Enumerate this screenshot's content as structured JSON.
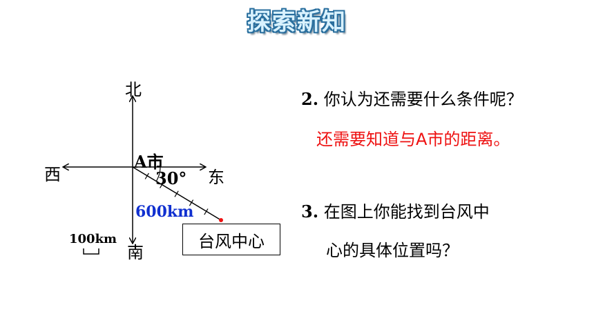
{
  "title": "探索新知",
  "diagram": {
    "north": "北",
    "south": "南",
    "east": "东",
    "west": "西",
    "city": "A市",
    "angle": "30°",
    "distance": "600km",
    "scale": "100km",
    "target_label": "台风中心",
    "colors": {
      "distance": "#1030d0",
      "point": "#ee1111"
    }
  },
  "questions": {
    "q2_number": "2.",
    "q2_text": "你认为还需要什么条件呢？",
    "q2_answer": "还需要知道与A市的距离。",
    "q3_number": "3.",
    "q3_line1": "在图上你能找到台风中",
    "q3_line2": "心的具体位置吗？"
  }
}
